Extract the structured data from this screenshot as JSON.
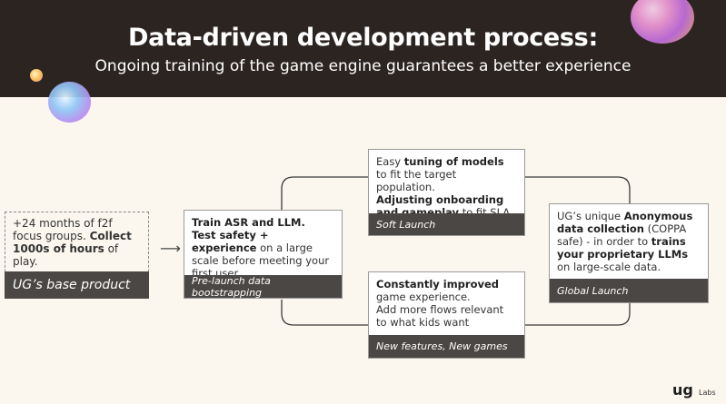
{
  "header": {
    "title": "Data-driven development process:",
    "subtitle": "Ongoing training of the game engine guarantees a better experience"
  },
  "base_product": {
    "text_1": "+24 months of f2f focus groups. ",
    "text_bold": "Collect 1000s of hours",
    "text_2": " of play.",
    "footer": "UG’s base product"
  },
  "prelaunch": {
    "bold_1": "Train ASR and LLM.",
    "bold_2": "Test safety + experience",
    "text_1": " on a large scale before meeting your first user.",
    "footer": "Pre-launch data bootstrapping"
  },
  "soft_launch": {
    "text_1": "Easy ",
    "bold_1": "tuning of models",
    "text_2": " to fit the target population.",
    "bold_2": "Adjusting onboarding and gameplay",
    "text_3": " to fit SLA.",
    "footer": "Soft Launch"
  },
  "new_features": {
    "bold_1": "Constantly improved",
    "text_1": "game experience.",
    "text_2": "Add more flows relevant to what kids want",
    "footer": "New features, New games"
  },
  "global_launch": {
    "text_1": "UG’s unique ",
    "bold_1": "Anonymous data collection",
    "text_2": " (COPPA safe) - in order to ",
    "bold_2": "trains your proprietary LLMs",
    "text_3": " on large-scale data.",
    "footer": "Global Launch"
  },
  "logo": {
    "mark": "ug",
    "sub": "Labs"
  },
  "colors": {
    "header_bg": "#2c2421",
    "page_bg": "#fbf7ee",
    "footer_bg": "#4b4744"
  }
}
